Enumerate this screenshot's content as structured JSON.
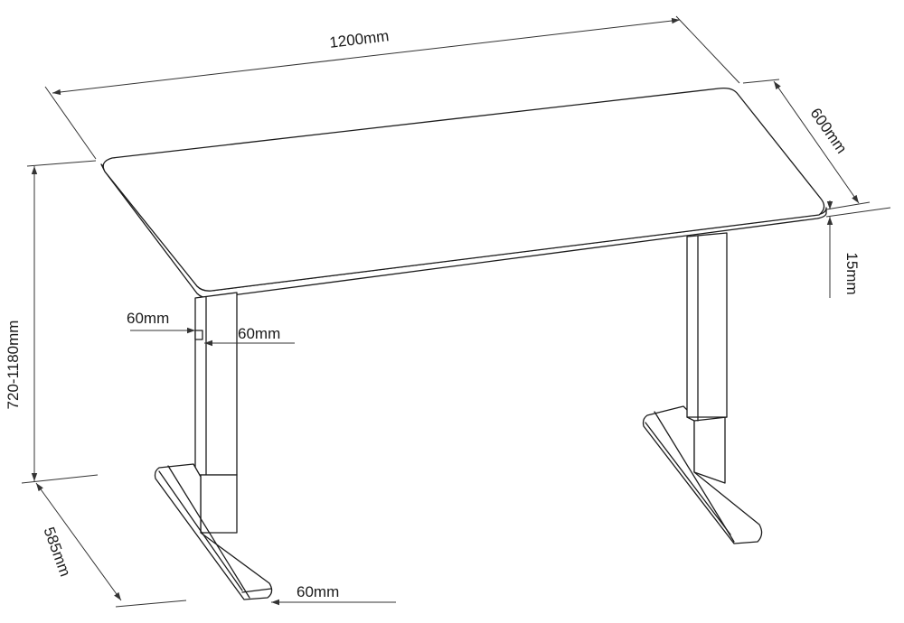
{
  "labels": {
    "width": "1200mm",
    "depth": "600mm",
    "thickness": "15mm",
    "height_range": "720-1180mm",
    "foot_length": "585mm",
    "column_left": "60mm",
    "column_right": "60mm",
    "foot_width": "60mm"
  },
  "colors": {
    "line": "#1c1c1c",
    "background": "#ffffff"
  }
}
